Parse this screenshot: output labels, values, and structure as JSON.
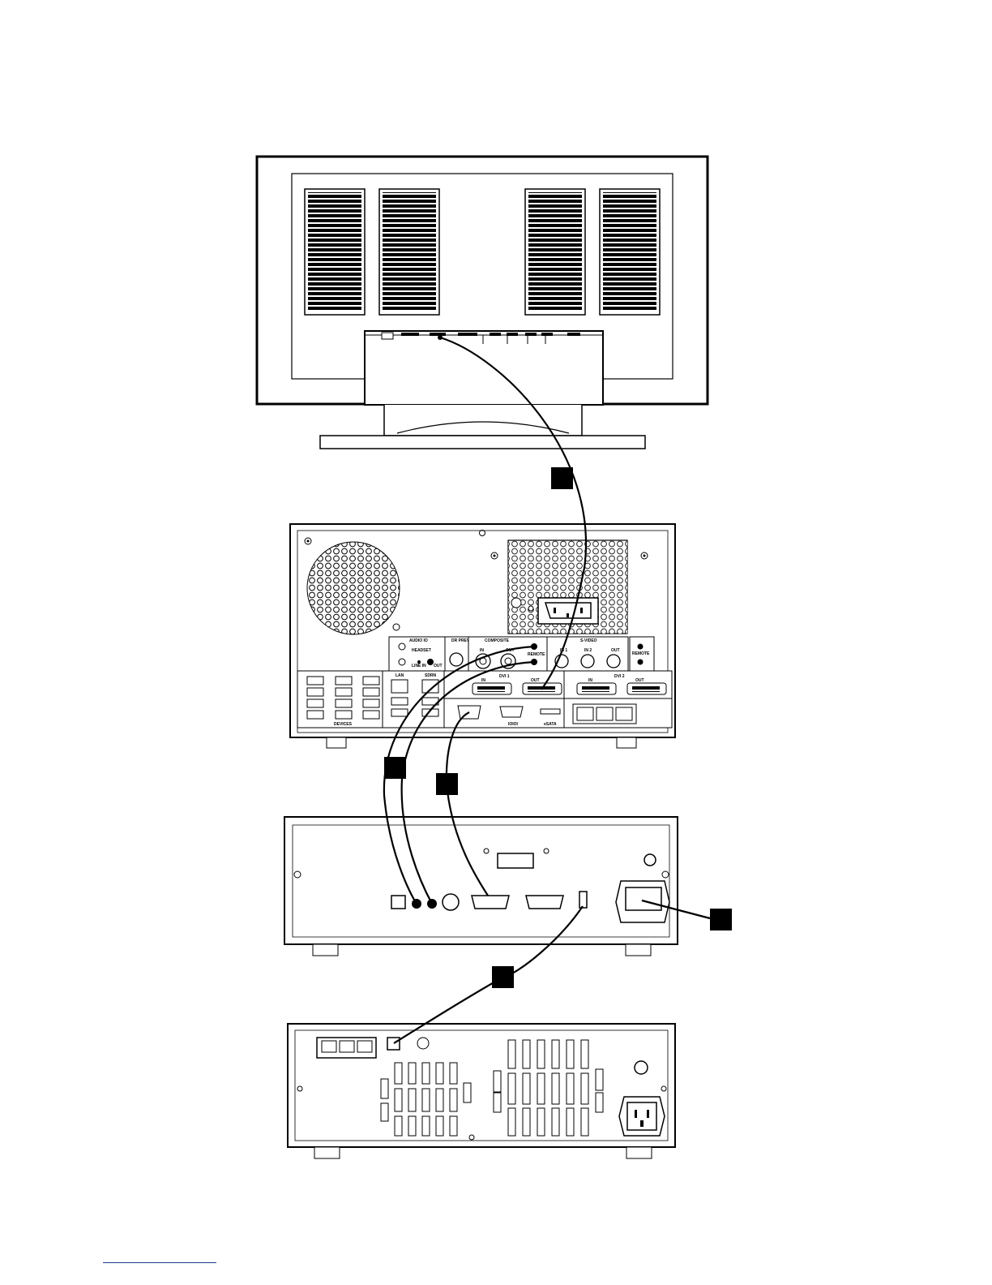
{
  "diagram": {
    "labels": {
      "audio_io": "AUDIO IO",
      "headset": "HEADSET",
      "line_in": "LINE IN",
      "line_out": "OUT",
      "dr_preview": "DR PREVIEW",
      "composite": "COMPOSITE",
      "composite_in": "IN",
      "composite_out": "OUT",
      "remote_1": "REMOTE",
      "s_video": "S-VIDEO",
      "s_in1": "IN 1",
      "s_in2": "IN 2",
      "s_out": "OUT",
      "remote_2": "REMOTE",
      "lan": "LAN",
      "sdrn": "SDRN",
      "dvi1": "DVI 1",
      "dvi2": "DVI 2",
      "in": "IN",
      "out": "OUT",
      "devices": "DEVICES",
      "esata": "eSATA",
      "serial": "IOIOI"
    }
  }
}
